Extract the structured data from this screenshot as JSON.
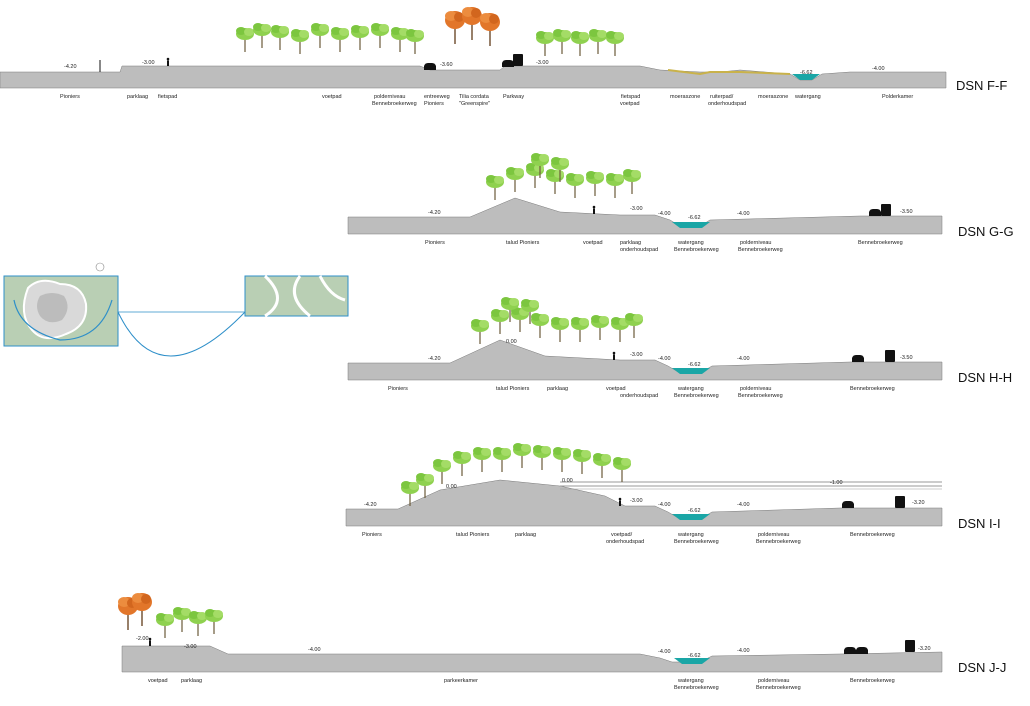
{
  "sections": [
    {
      "title": "DSN F-F",
      "levels": [
        "-4.20",
        "-3.00",
        "-3.60",
        "-3.00",
        "-6.62",
        "-4.00"
      ],
      "labels": [
        "Pioniers",
        "parklaag",
        "fietspad",
        "voetpad",
        "polderniveau",
        "Bennebroekerweg",
        "entreeweg",
        "Pioniers",
        "Tilia cordata",
        "\"Greenspire\"",
        "Parkway",
        "fietspad",
        "voetpad",
        "moeraszone",
        "ruiterpad/",
        "onderhoudspad",
        "moeraszone",
        "watergang",
        "Polderkamer"
      ]
    },
    {
      "title": "DSN G-G",
      "levels": [
        "-4.20",
        "-3.00",
        "-4.00",
        "-6.62",
        "-4.00",
        "-3.50"
      ],
      "labels": [
        "Pioniers",
        "talud Pioniers",
        "voetpad",
        "parklaag",
        "onderhoudspad",
        "watergang",
        "Bennebroekerweg",
        "polderniveau",
        "Bennebroekerweg",
        "Bennebroekerweg"
      ]
    },
    {
      "title": "DSN H-H",
      "levels": [
        "-4.20",
        "0.00",
        "-3.00",
        "-4.00",
        "-6.62",
        "-4.00",
        "-3.50"
      ],
      "labels": [
        "Pioniers",
        "talud Pioniers",
        "parklaag",
        "voetpad",
        "onderhoudspad",
        "watergang",
        "Bennebroekerweg",
        "polderniveau",
        "Bennebroekerweg",
        "Bennebroekerweg"
      ]
    },
    {
      "title": "DSN I-I",
      "levels": [
        "-4.20",
        "0.00",
        "0.00",
        "-3.00",
        "-4.00",
        "-6.62",
        "-4.00",
        "-1.00",
        "-3.20"
      ],
      "labels": [
        "Pioniers",
        "talud Pioniers",
        "parklaag",
        "voetpad/",
        "onderhoudspad",
        "watergang",
        "Bennebroekerweg",
        "polderniveau",
        "Bennebroekerweg",
        "Bennebroekerweg"
      ]
    },
    {
      "title": "DSN J-J",
      "levels": [
        "-2.00",
        "-3.00",
        "-4.00",
        "-4.00",
        "-6.62",
        "-4.00",
        "-3.20"
      ],
      "labels": [
        "voetpad",
        "parklaag",
        "parkeerkamer",
        "watergang",
        "Bennebroekerweg",
        "polderniveau",
        "Bennebroekerweg",
        "Bennebroekerweg"
      ]
    }
  ],
  "colors": {
    "ground": "#bdbdbd",
    "ground_dark": "#9a9a9a",
    "water": "#1aa6a6",
    "tree_green": "#8fd14f",
    "tree_dark": "#5aa02c",
    "tree_orange": "#e2762a",
    "plan_fill": "#b9cfb4",
    "plan_line": "#2e8fc9"
  }
}
